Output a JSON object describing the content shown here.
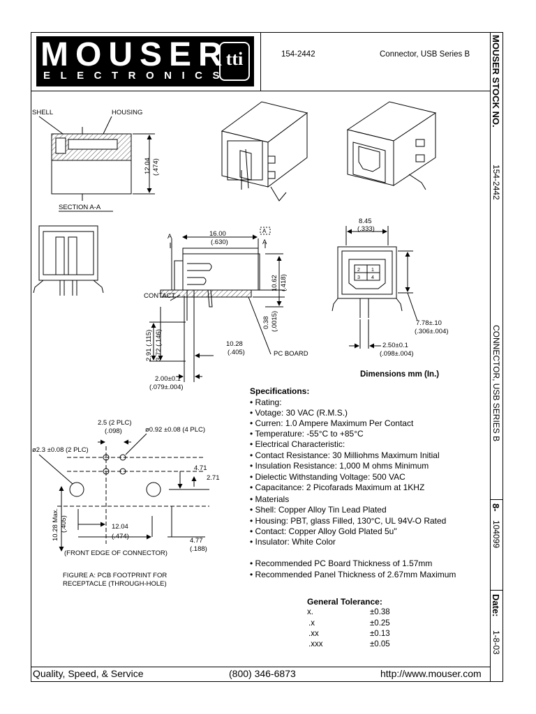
{
  "header": {
    "logo_main": "MOUSER",
    "logo_sub": "ELECTRONICS",
    "logo_badge": "tti",
    "part_number": "154-2442",
    "description": "Connector, USB Series B"
  },
  "sidebar": {
    "stock_label": "MOUSER STOCK NO.",
    "stock_value": "154-2442",
    "desc": "CONNECTOR, USB SERIES B",
    "page_label": "8-",
    "page_value": "104099",
    "date_label": "Date:",
    "date_value": "1-8-03"
  },
  "drawings": {
    "section": {
      "shell": "SHELL",
      "housing": "HOUSING",
      "dim1": "12.04",
      "dim2": "(.474)",
      "caption": "SECTION A-A"
    },
    "side": {
      "a_left": "A",
      "a_right": "A",
      "a_box": "A",
      "w1": "16.00",
      "w2": "(.630)",
      "h1": "10.62",
      "h2": "(.418)",
      "contact": "CONTACT",
      "pcb1": "10.28",
      "pcb2": "(.405)",
      "pc_board": "PC BOARD",
      "t1": "0.38",
      "t2": "(.0015)",
      "l1": "2.91 (.115)",
      "l2": "3.72 (.146)",
      "pitch1": "2.00±0.1",
      "pitch2": "(.079±.004)"
    },
    "front": {
      "w1": "8.45",
      "w2": "(.333)",
      "pins": [
        "2",
        "1",
        "3",
        "4"
      ],
      "d1": "7.78±.10",
      "d2": "(.306±.004)",
      "p1": "2.50±0.1",
      "p2": "(.098±.004)"
    },
    "footprint": {
      "plc1": "2.5 (2 PLC)",
      "plc2": "(.098)",
      "hole_small": "ø0.92   ±0.08 (4 PLC)",
      "hole_big": "ø2.3   ±0.08 (2 PLC)",
      "d471": "4.71",
      "d271": "2.71",
      "d1028a": "10.28 Max.",
      "d1028b": "(.405)",
      "d1204a": "12.04",
      "d1204b": "(.474)",
      "d477a": "4.77",
      "d477b": "(.188)",
      "front_edge": "(FRONT EDGE OF CONNECTOR)",
      "fig1": "FIGURE A: PCB FOOTPRINT FOR",
      "fig2": "RECEPTACLE (THROUGH-HOLE)"
    },
    "dimensions_note": "Dimensions mm (In.)"
  },
  "specs": {
    "title": "Specifications:",
    "lines": [
      "• Rating:",
      "   • Votage: 30 VAC (R.M.S.)",
      "   • Curren: 1.0 Ampere Maximum Per Contact",
      "   • Temperature: -55°C to +85°C",
      "• Electrical Characteristic:",
      "   • Contact Resistance: 30 Milliohms Maximum Initial",
      "   • Insulation Resistance: 1,000 M ohms Minimum",
      "   • Dielectic Withstanding Voltage: 500 VAC",
      "   • Capacitance: 2 Picofarads Maximum at 1KHZ",
      "• Materials",
      "   • Shell: Copper Alloy Tin Lead Plated",
      "   • Housing: PBT, glass Filled, 130°C, UL 94V-O Rated",
      "   • Contact: Copper Alloy Gold Plated 5u\"",
      "   • Insulator: White Color"
    ],
    "rec1": "• Recommended PC Board Thickness of 1.57mm",
    "rec2": "• Recommended Panel Thickness of 2.67mm Maximum"
  },
  "tolerance": {
    "title": "General Tolerance:",
    "rows": [
      {
        "k": "x.",
        "v": "±0.38"
      },
      {
        "k": ".x",
        "v": "±0.25"
      },
      {
        "k": ".xx",
        "v": "±0.13"
      },
      {
        "k": ".xxx",
        "v": "±0.05"
      }
    ]
  },
  "footer": {
    "slogan": "Quality, Speed, & Service",
    "phone": "(800) 346-6873",
    "url": "http://www.mouser.com"
  }
}
